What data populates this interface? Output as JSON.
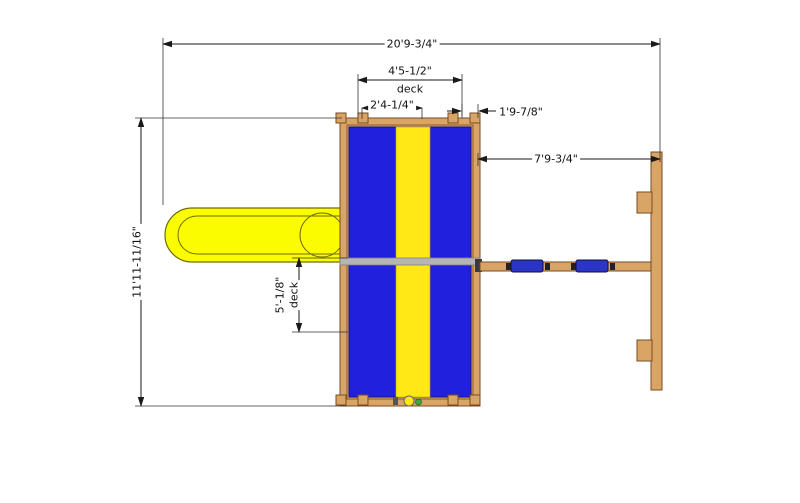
{
  "dimensions": {
    "total_width": "20'9-3/4\"",
    "deck_width": "4'5-1/2\"",
    "deck_width_note": "deck",
    "half_width": "2'4-1/4\"",
    "edge_offset": "1'9-7/8\"",
    "swing_span": "7'9-3/4\"",
    "total_depth": "11'11-11/16\"",
    "deck_depth": "5'-1/8\"",
    "deck_depth_note": "deck"
  },
  "colors": {
    "line": "#1a1a1a",
    "wood": "#d9a566",
    "wood_dark": "#7a4a20",
    "canopy_blue": "#2121dd",
    "canopy_yellow": "#ffe816",
    "slide_yellow": "#fcfc00",
    "slide_outline": "#6e6e00",
    "swing_blue": "#2a35c8",
    "divider_gray": "#b5b5b5"
  }
}
